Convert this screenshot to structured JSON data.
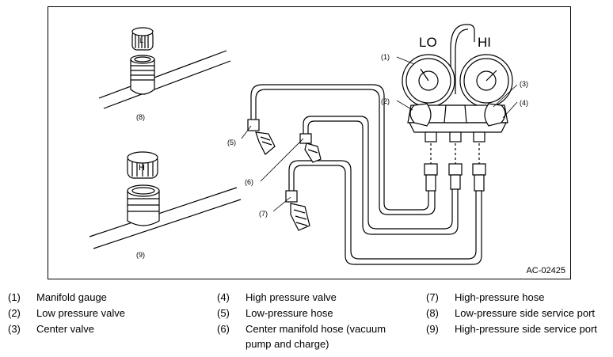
{
  "figure": {
    "gauge_lo_label": "LO",
    "gauge_hi_label": "HI",
    "cap_lo_letter": "L",
    "cap_hi_letter": "H",
    "callouts": {
      "c1": "(1)",
      "c2": "(2)",
      "c3": "(3)",
      "c4": "(4)",
      "c5": "(5)",
      "c6": "(6)",
      "c7": "(7)",
      "c8": "(8)",
      "c9": "(9)"
    },
    "figure_id": "AC-02425"
  },
  "legend": [
    {
      "num": "(1)",
      "text": "Manifold gauge"
    },
    {
      "num": "(2)",
      "text": "Low pressure valve"
    },
    {
      "num": "(3)",
      "text": "Center valve"
    },
    {
      "num": "(4)",
      "text": "High pressure valve"
    },
    {
      "num": "(5)",
      "text": "Low-pressure hose"
    },
    {
      "num": "(6)",
      "text": "Center manifold hose (vacuum",
      "text2": "pump and charge)"
    },
    {
      "num": "(7)",
      "text": "High-pressure hose"
    },
    {
      "num": "(8)",
      "text": "Low-pressure side service port"
    },
    {
      "num": "(9)",
      "text": "High-pressure side service port"
    }
  ]
}
